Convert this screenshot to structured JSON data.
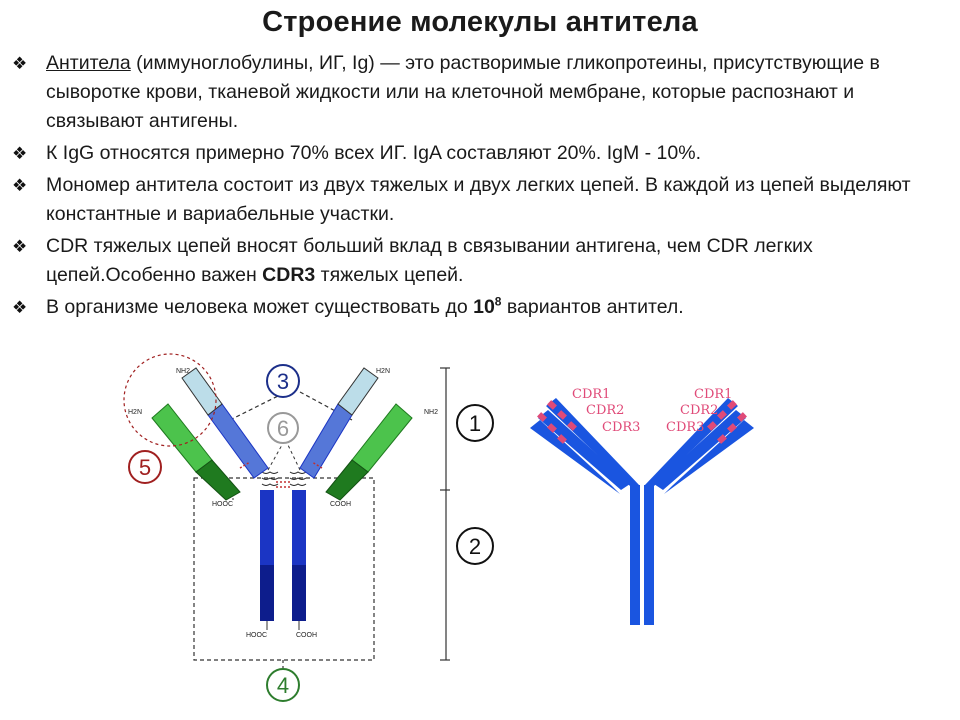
{
  "title": "Строение молекулы антитела",
  "bullets": [
    {
      "link": "Антитела",
      "text": " (иммуноглобулины, ИГ, Ig) — это растворимые гликопротеины, присутствующие в сыворотке крови, тканевой жидкости или на клеточной мембране, которые распознают и связывают антигены."
    },
    {
      "text": "К IgG относятся примерно 70% всех ИГ. IgA составляют 20%. IgM - 10%."
    },
    {
      "text": "Мономер антитела состоит из двух тяжелых и двух легких цепей. В каждой из цепей выделяют константные и вариабельные участки."
    },
    {
      "pre": "CDR тяжелых цепей вносят больший вклад в связывании антигена, чем CDR легких цепей.Особенно важен ",
      "bold": "CDR3",
      "post": " тяжелых цепей."
    },
    {
      "pre": "В организме человека может существовать до ",
      "bold": "10",
      "sup": "8",
      "post": " вариантов антител."
    }
  ],
  "diagram": {
    "labels": {
      "nh2_left": "NH2",
      "nh2_top_left": "H2N",
      "nh2_top_right": "H2N",
      "nh2_right": "NH2",
      "hooc_left": "HOOC",
      "cooh_left": "COOH",
      "hooc_bottom": "HOOC",
      "cooh_bottom": "COOH"
    },
    "circles": [
      "1",
      "2",
      "3",
      "4",
      "5",
      "6"
    ],
    "colors": {
      "light_variable": "#bcdde9",
      "light_constant": "#1f7a1f",
      "light_variable_green": "#4cc34c",
      "heavy_variable": "#5577d8",
      "heavy_constant": "#1b35c4",
      "heavy_dark": "#0d1d8c",
      "circle3": "#1c2f8a",
      "circle4": "#2e7d2e",
      "circle5": "#a02020",
      "circle6": "#999999"
    }
  },
  "cdr_diagram": {
    "left_labels": [
      "CDR1",
      "CDR2",
      "CDR3"
    ],
    "right_labels": [
      "CDR1",
      "CDR2",
      "CDR3"
    ],
    "colors": {
      "chain": "#1a55e0",
      "cdr": "#e04a78"
    }
  }
}
